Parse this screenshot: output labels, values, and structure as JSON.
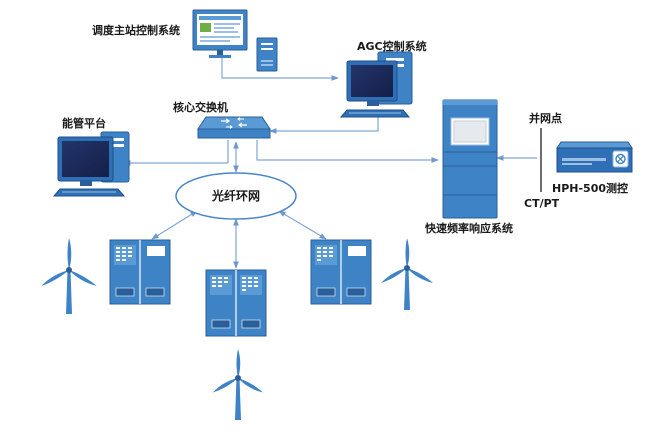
{
  "labels": {
    "dispatch_system": "调度主站控制系统",
    "agc_system": "AGC控制系统",
    "energy_platform": "能管平台",
    "core_switch": "核心交换机",
    "fiber_ring": "光纤环网",
    "grid_point": "并网点",
    "fast_freq_system": "快速频率响应系统",
    "ct_pt": "CT/PT",
    "hph_device": "HPH-500测控"
  },
  "colors": {
    "device_blue": "#3d83c6",
    "device_light": "#5b9bd5",
    "device_dark": "#2a5f9a",
    "line": "#7ea6d6",
    "screen": "#1b2b57"
  }
}
